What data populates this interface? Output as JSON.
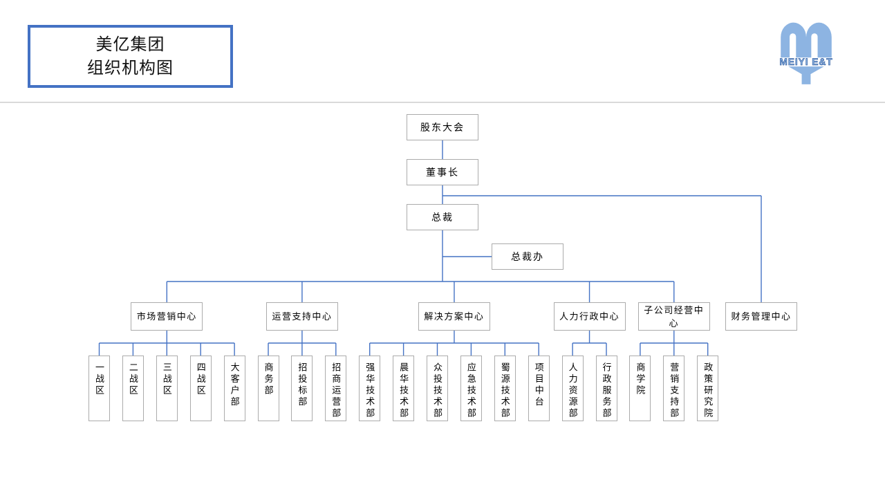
{
  "slide": {
    "title_line1": "美亿集团",
    "title_line2": "组织机构图"
  },
  "logo": {
    "label": "MEIYI E&T"
  },
  "org": {
    "top_chain": [
      {
        "label": "股东大会"
      },
      {
        "label": "董事长"
      },
      {
        "label": "总裁"
      }
    ],
    "staff_office": {
      "label": "总裁办"
    },
    "centers": [
      {
        "label": "市场营销中心",
        "children": [
          "一战区",
          "二战区",
          "三战区",
          "四战区",
          "大客户部"
        ]
      },
      {
        "label": "运营支持中心",
        "children": [
          "商务部",
          "招投标部",
          "招商运营部"
        ]
      },
      {
        "label": "解决方案中心",
        "children": [
          "强华技术部",
          "晨华技术部",
          "众投技术部",
          "应急技术部",
          "蜀源技术部",
          "项目中台"
        ]
      },
      {
        "label": "人力行政中心",
        "children": [
          "人力资源部",
          "行政服务部"
        ]
      },
      {
        "label": "子公司经营中心",
        "children": [
          "商学院",
          "营销支持部",
          "政策研究院"
        ]
      },
      {
        "label": "财务管理中心",
        "children": []
      }
    ]
  },
  "colors": {
    "connector": "#4472C4",
    "node_border": "#ABABAB",
    "title_border": "#4472C4",
    "separator": "#D9D9D9",
    "logo_fill": "#8DB4E2",
    "logo_outline": "#2E5B9F"
  }
}
